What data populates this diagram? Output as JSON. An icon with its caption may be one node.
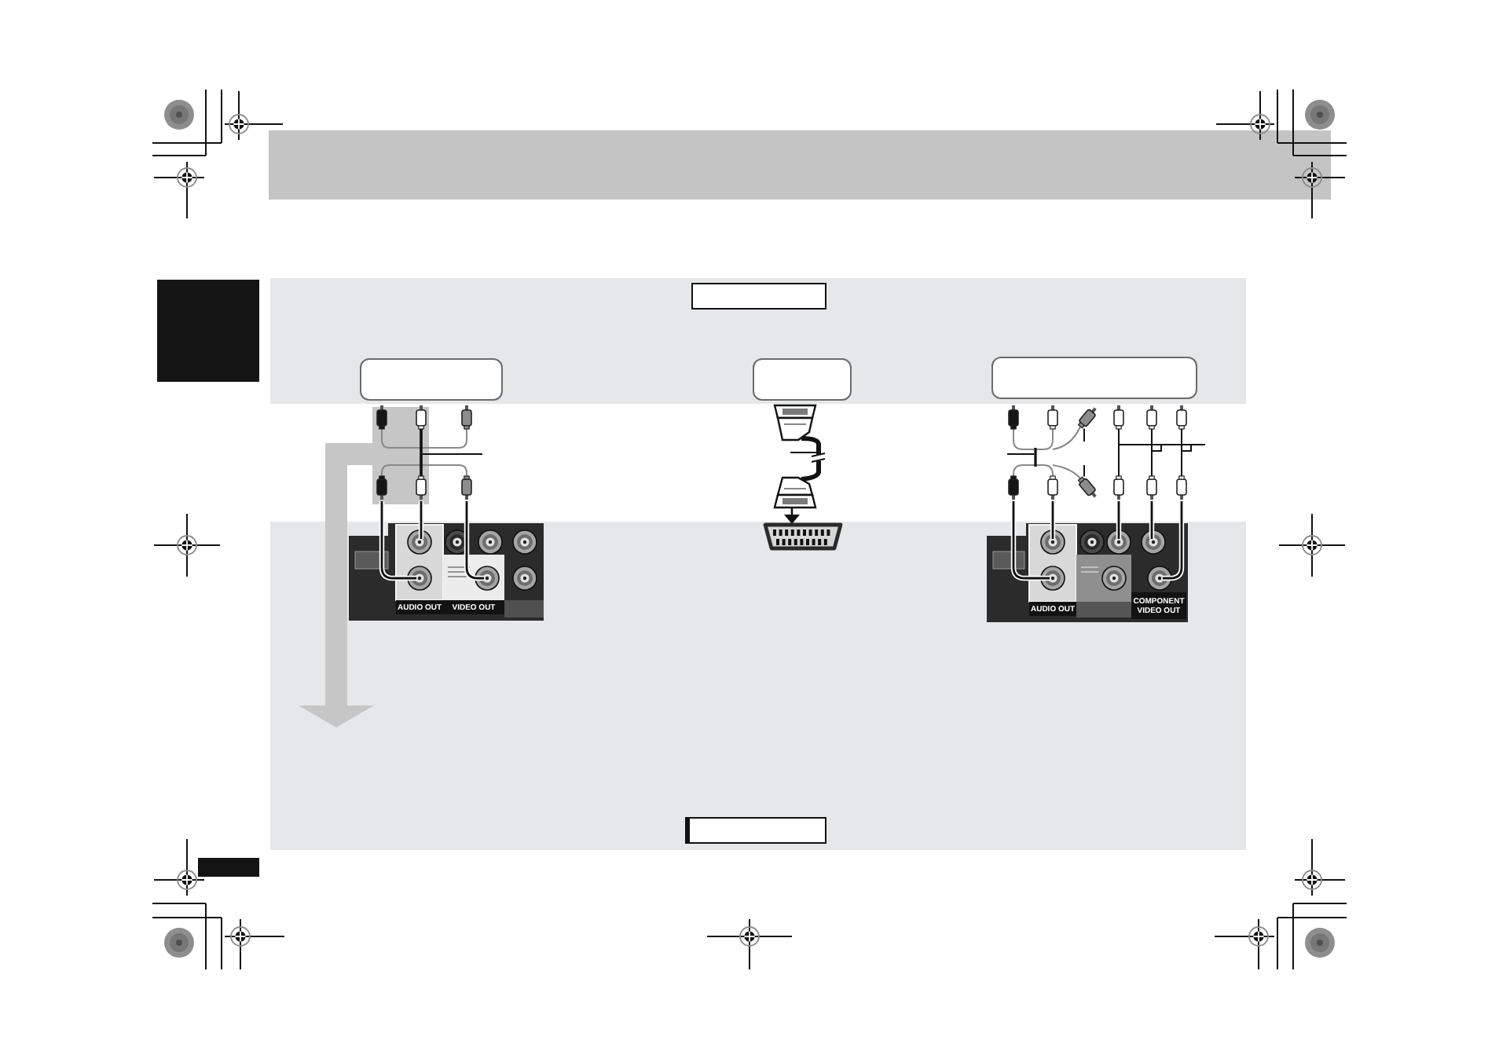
{
  "diagram": {
    "nodes": [
      {
        "text": [],
        "shape": "bar"
      },
      {
        "text": [],
        "shape": "box"
      },
      {
        "text": [],
        "shape": "box"
      },
      {
        "text": [],
        "shape": "box"
      },
      {
        "text": [],
        "shape": "box"
      },
      {
        "text": [],
        "shape": "box"
      },
      {
        "text": [],
        "shape": "bar"
      },
      {
        "text": [],
        "shape": "bar"
      },
      {
        "text": [],
        "shape": "bar"
      },
      {
        "text": [],
        "shape": "box"
      },
      {
        "text": [],
        "shape": "box"
      },
      {
        "text": [],
        "shape": "bar"
      },
      {
        "text": [],
        "shape": "bar"
      },
      {
        "text": [],
        "shape": "bar"
      },
      {
        "text": [],
        "shape": "box"
      },
      {
        "text": [],
        "shape": "box"
      }
    ],
    "edges": [
      {
        "from": null,
        "to": 6,
        "arrow": "none"
      },
      {
        "from": null,
        "to": 7,
        "arrow": "none"
      },
      {
        "from": null,
        "to": 8,
        "arrow": "none"
      },
      {
        "from": null,
        "to": 9,
        "arrow": "none"
      },
      {
        "from": null,
        "to": 10,
        "arrow": "none"
      },
      {
        "from": null,
        "to": 11,
        "arrow": "none"
      },
      {
        "from": null,
        "to": 12,
        "arrow": "none"
      },
      {
        "from": null,
        "to": 13,
        "arrow": "none"
      }
    ],
    "labels": [
      "AUDIO OUT",
      "VIDEO OUT",
      "AUDIO OUT",
      "COMPONENT VIDEO OUT"
    ]
  }
}
